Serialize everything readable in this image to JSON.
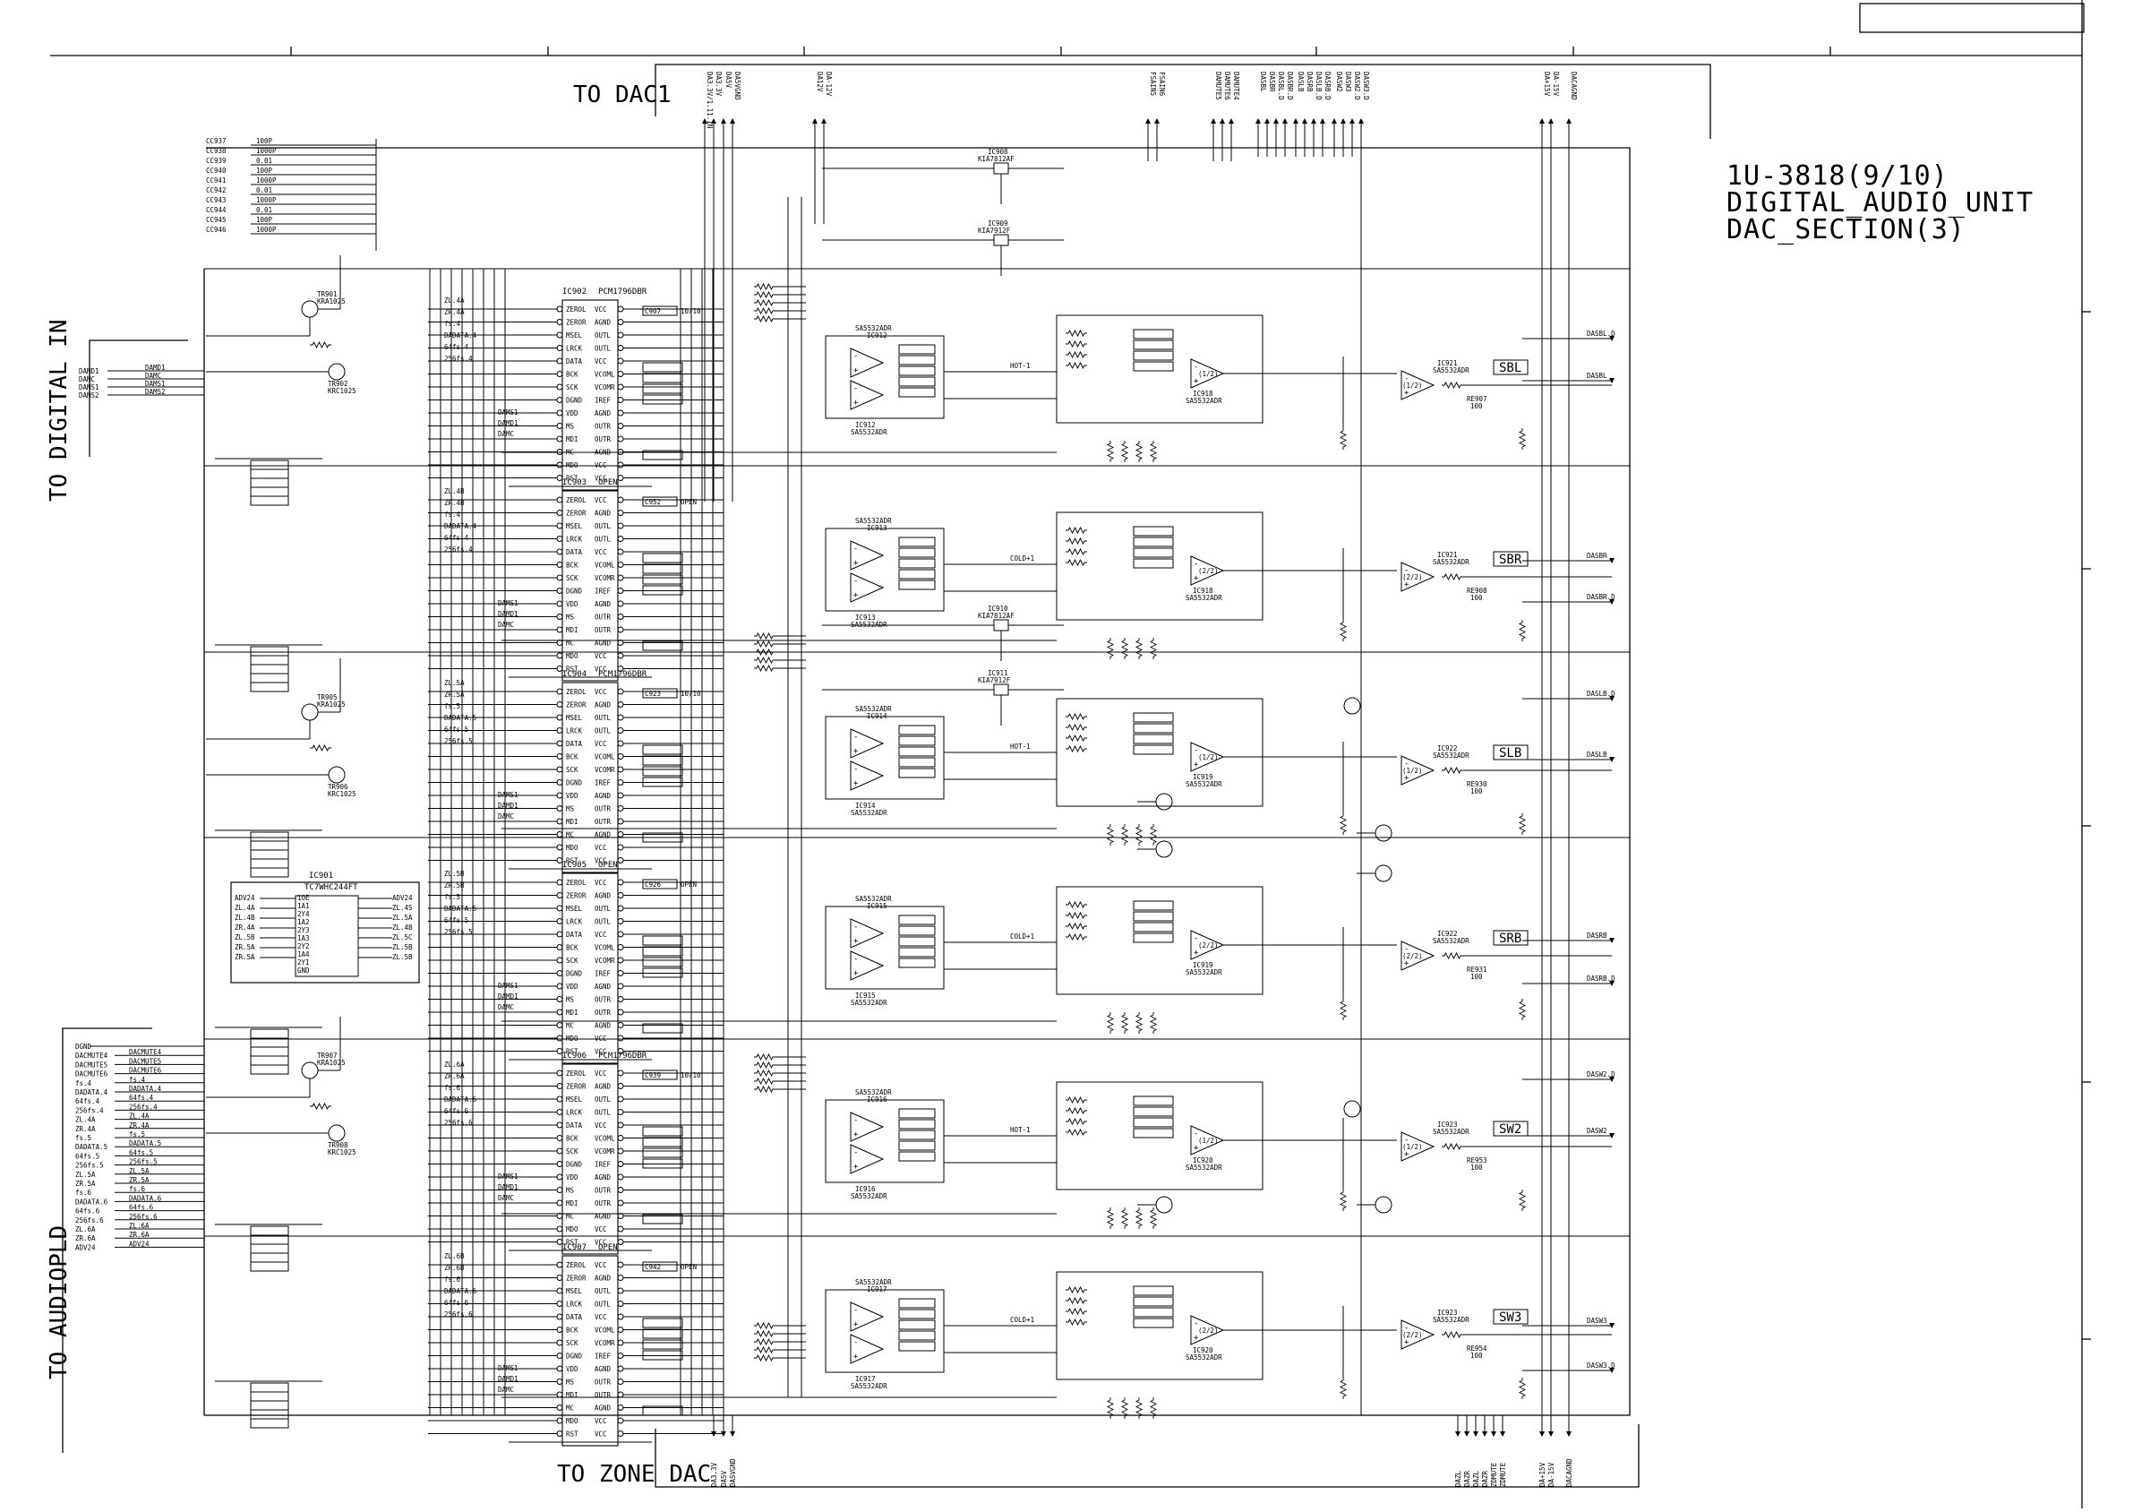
{
  "title": {
    "line1": "1U-3818(9/10)",
    "line2": "DIGITAL_AUDIO_UNIT",
    "line3": "DAC_SECTION(3)"
  },
  "headers": {
    "to_dac1": "TO DAC1",
    "to_zone_dac": "TO ZONE DAC",
    "to_digital_in": "TO DIGITAL IN",
    "to_audiopld": "TO AUDIOPLD"
  },
  "top_connectors": [
    "DA3.3V/1.11.1N",
    "DA3.3V",
    "DA5V",
    "DA5VGND",
    "DA12V",
    "DA-12V",
    "FSAIN5",
    "FSAIN6",
    "DAMUTE5",
    "DAMUTE6",
    "DAMUTE4",
    "DASBL",
    "DASBR",
    "DASBL.D",
    "DASBR.D",
    "DASLB",
    "DASRB",
    "DASLB.D",
    "DASRB.D",
    "DASW2",
    "DASW3",
    "DASW2.D",
    "DASW3.D",
    "DA+15V",
    "DA-15V",
    "DACAGND"
  ],
  "output_labels": {
    "sbl": "SBL",
    "sbr": "SBR",
    "slb": "SLB",
    "srb": "SRB",
    "sw2": "SW2",
    "sw3": "SW3"
  },
  "outputs": [
    "DASBL.D",
    "DASBL",
    "DASBR",
    "DASBR.D",
    "DASLB.D",
    "DASLB",
    "DASRB",
    "DASRB.D",
    "DASW2.D",
    "DASW2",
    "DASW3",
    "DASW3.D"
  ],
  "dac_ics": [
    {
      "ref": "IC902",
      "part": "PCM1796DBR",
      "cap": "C907",
      "cap_val": "10/10"
    },
    {
      "ref": "IC903",
      "part": "OPEN",
      "cap": "C952",
      "cap_val": "OPEN"
    },
    {
      "ref": "IC904",
      "part": "PCM1796DBR",
      "cap": "C923",
      "cap_val": "10/10"
    },
    {
      "ref": "IC905",
      "part": "OPEN",
      "cap": "C926",
      "cap_val": "OPEN"
    },
    {
      "ref": "IC906",
      "part": "PCM1796DBR",
      "cap": "C939",
      "cap_val": "10/10"
    },
    {
      "ref": "IC907",
      "part": "OPEN",
      "cap": "C942",
      "cap_val": "OPEN"
    }
  ],
  "dac_pins": [
    "ZEROL",
    "ZEROR",
    "MSEL",
    "LRCK",
    "DATA",
    "BCK",
    "SCK",
    "DGND",
    "VDD",
    "MS",
    "MDI",
    "MC",
    "MDO",
    "RST"
  ],
  "dac_pins_right": [
    "VCC",
    "AGND",
    "OUTL",
    "OUTL",
    "VCC",
    "VCOML",
    "VCOMR",
    "IREF",
    "AGND",
    "OUTR",
    "OUTR",
    "AGND",
    "VCC",
    "VCC"
  ],
  "dac_inputs": [
    [
      "ZL.4A",
      "ZR.4A",
      "fs.4",
      "DADATA.4",
      "64fs.4",
      "256fs.4"
    ],
    [
      "ZL.4B",
      "ZR.4B",
      "fs.4",
      "DADATA.4",
      "64fs.4",
      "256fs.4"
    ],
    [
      "ZL.5A",
      "ZR.5A",
      "fs.5",
      "DADATA.5",
      "64fs.5",
      "256fs.5"
    ],
    [
      "ZL.5B",
      "ZR.5B",
      "fs.5",
      "DADATA.5",
      "64fs.5",
      "256fs.5"
    ],
    [
      "ZL.6A",
      "ZR.6A",
      "fs.6",
      "DADATA.6",
      "64fs.6",
      "256fs.6"
    ],
    [
      "ZL.6B",
      "ZR.6B",
      "fs.6",
      "DADATA.6",
      "64fs.6",
      "256fs.6"
    ]
  ],
  "dac_ctrl": [
    "DAMS1",
    "DAMD1",
    "DAMC"
  ],
  "opamps_a": [
    {
      "ref": "IC912",
      "part": "SA5532ADR",
      "sig": "HOT-1"
    },
    {
      "ref": "IC913",
      "part": "SA5532ADR",
      "sig": "COLD+1"
    },
    {
      "ref": "IC914",
      "part": "SA5532ADR",
      "sig": "HOT-1"
    },
    {
      "ref": "IC915",
      "part": "SA5532ADR",
      "sig": "COLD+1"
    },
    {
      "ref": "IC916",
      "part": "SA5532ADR",
      "sig": "HOT-1"
    },
    {
      "ref": "IC917",
      "part": "SA5532ADR",
      "sig": "COLD+1"
    }
  ],
  "opamps_b": [
    {
      "ref": "IC918",
      "part": "SA5532ADR",
      "half": "(1/2)"
    },
    {
      "ref": "IC918",
      "part": "SA5532ADR",
      "half": "(2/2)"
    },
    {
      "ref": "IC919",
      "part": "SA5532ADR",
      "half": "(1/2)"
    },
    {
      "ref": "IC919",
      "part": "SA5532ADR",
      "half": "(2/2)"
    },
    {
      "ref": "IC920",
      "part": "SA5532ADR",
      "half": "(1/2)"
    },
    {
      "ref": "IC920",
      "part": "SA5532ADR",
      "half": "(2/2)"
    }
  ],
  "opamps_c": [
    {
      "ref": "IC921",
      "part": "SA5532ADR",
      "r": "RE907",
      "rv": "100"
    },
    {
      "ref": "IC921",
      "part": "SA5532ADR",
      "r": "RE908",
      "rv": "100"
    },
    {
      "ref": "IC922",
      "part": "SA5532ADR",
      "r": "RE930",
      "rv": "100"
    },
    {
      "ref": "IC922",
      "part": "SA5532ADR",
      "r": "RE931",
      "rv": "100"
    },
    {
      "ref": "IC923",
      "part": "SA5532ADR",
      "r": "RE953",
      "rv": "100"
    },
    {
      "ref": "IC923",
      "part": "SA5532ADR",
      "r": "RE954",
      "rv": "100"
    }
  ],
  "regulators": [
    {
      "ref": "IC908",
      "part": "KIA7812AF"
    },
    {
      "ref": "IC909",
      "part": "KIA7912F"
    },
    {
      "ref": "IC910",
      "part": "KIA7812AF"
    },
    {
      "ref": "IC911",
      "part": "KIA7912F"
    }
  ],
  "left_caps": [
    {
      "ref": "CC937",
      "val": "100P"
    },
    {
      "ref": "CC938",
      "val": "1000P"
    },
    {
      "ref": "CC939",
      "val": "0.01"
    },
    {
      "ref": "CC940",
      "val": "100P"
    },
    {
      "ref": "CC941",
      "val": "1000P"
    },
    {
      "ref": "CC942",
      "val": "0.01"
    },
    {
      "ref": "CC943",
      "val": "1000P"
    },
    {
      "ref": "CC944",
      "val": "0.01"
    },
    {
      "ref": "CC945",
      "val": "100P"
    },
    {
      "ref": "CC946",
      "val": "1000P"
    }
  ],
  "ic901": {
    "ref": "IC901",
    "part": "TC7WHC244FT",
    "left": [
      "ADV24",
      "ZL.4A",
      "ZL.4B",
      "ZR.4A",
      "ZL.5B",
      "ZR.5A",
      "ZR.5A"
    ],
    "right": [
      "ADV24",
      "ZL.4S",
      "ZL.5A",
      "ZL.4B",
      "ZL.5C",
      "ZL.5B",
      "ZL.5B"
    ],
    "pins": [
      "1OE",
      "1A1",
      "2Y4",
      "1A2",
      "2Y3",
      "1A3",
      "2Y2",
      "1A4",
      "2Y1",
      "GND"
    ]
  },
  "digital_in": [
    "DAMD1",
    "DAMC",
    "DAMS1",
    "DAMS2"
  ],
  "audiopld": [
    "DGND",
    "DACMUTE4",
    "DACMUTE5",
    "DACMUTE6",
    "fs.4",
    "DADATA.4",
    "64fs.4",
    "256fs.4",
    "ZL.4A",
    "ZR.4A",
    "fs.5",
    "DADATA.5",
    "64fs.5",
    "256fs.5",
    "ZL.5A",
    "ZR.5A",
    "fs.6",
    "DADATA.6",
    "64fs.6",
    "256fs.6",
    "ZL.6A",
    "ZR.6A",
    "ADV24"
  ],
  "mute_transistors": [
    {
      "ref": "TR901",
      "part": "KRA1025"
    },
    {
      "ref": "TR902",
      "part": "KRC1025"
    },
    {
      "ref": "TR905",
      "part": "KRA1025"
    },
    {
      "ref": "TR906",
      "part": "KRC1025"
    },
    {
      "ref": "TR907",
      "part": "KRA1025"
    },
    {
      "ref": "TR908",
      "part": "KRC1025"
    }
  ],
  "bottom_connectors": [
    "DA3.3V",
    "DA5V",
    "DA5VGND",
    "DAZL",
    "DAZR",
    "DAZL",
    "DAZR",
    "ZDMUTE",
    "ZDMUTE",
    "DA+15V",
    "DA-15V",
    "DACAGND"
  ]
}
